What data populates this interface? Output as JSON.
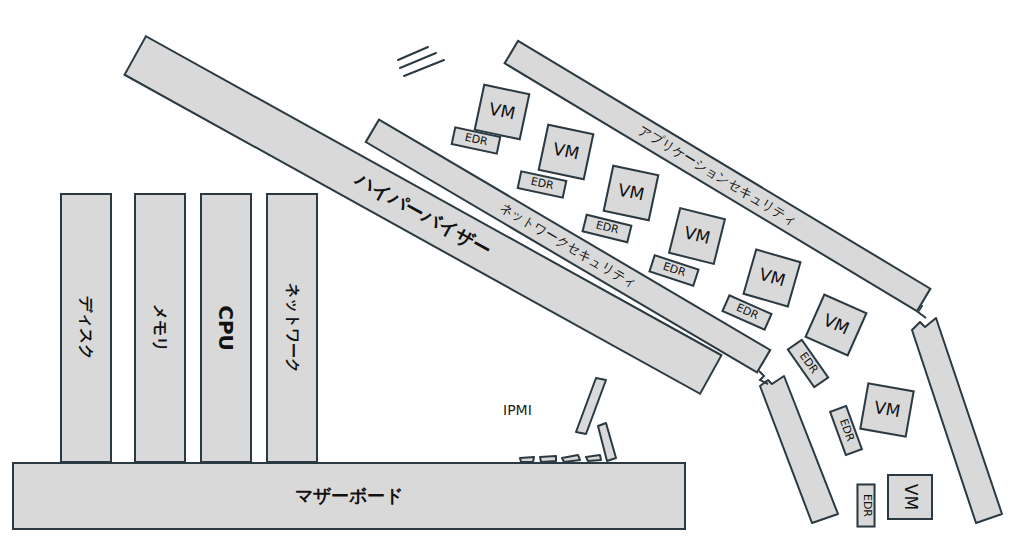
{
  "diagram": {
    "nodes": [
      {
        "text": [
          "マザーボード"
        ]
      },
      {
        "text": [
          "ディスク"
        ]
      },
      {
        "text": [
          "メモリ"
        ]
      },
      {
        "text": [
          "CPU"
        ]
      },
      {
        "text": [
          "ネットワーク"
        ]
      },
      {
        "text": [
          "ハイパーバイザー"
        ]
      },
      {
        "text": [
          "ネットワークセキュリティ"
        ]
      },
      {
        "text": [
          "アプリケーションセキュリティ"
        ]
      },
      {
        "text": [
          "VM"
        ]
      },
      {
        "text": [
          "EDR"
        ]
      },
      {
        "text": [
          "VM"
        ]
      },
      {
        "text": [
          "EDR"
        ]
      },
      {
        "text": [
          "VM"
        ]
      },
      {
        "text": [
          "EDR"
        ]
      },
      {
        "text": [
          "VM"
        ]
      },
      {
        "text": [
          "EDR"
        ]
      },
      {
        "text": [
          "VM"
        ]
      },
      {
        "text": [
          "EDR"
        ]
      },
      {
        "text": [
          "VM"
        ]
      },
      {
        "text": [
          "EDR"
        ]
      },
      {
        "text": [
          "VM"
        ]
      },
      {
        "text": [
          "EDR"
        ]
      },
      {
        "text": [
          "VM"
        ]
      },
      {
        "text": [
          "EDR"
        ]
      }
    ],
    "labels": [
      "IPMI"
    ]
  }
}
